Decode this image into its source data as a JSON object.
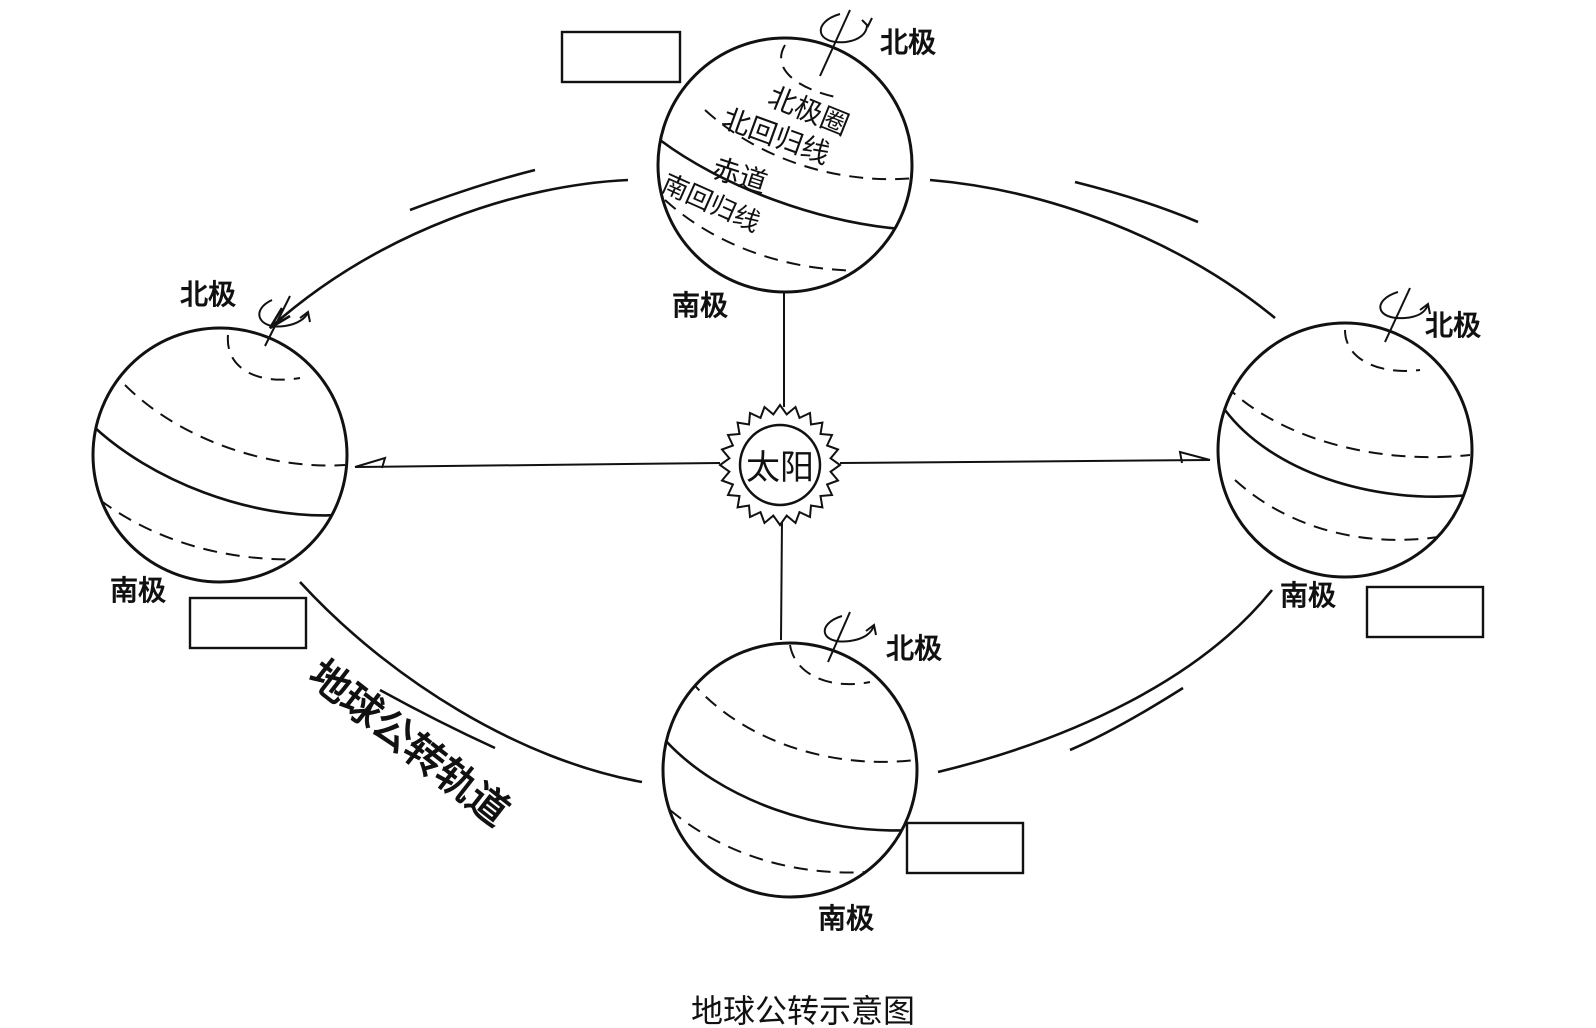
{
  "diagram": {
    "caption": "地球公转示意图",
    "orbit_label": "地球公转轨道",
    "sun_label": "太阳",
    "north_pole": "北极",
    "south_pole": "南极",
    "latitude_lines": {
      "arctic_circle": "北极圈",
      "tropic_cancer": "北回归线",
      "equator": "赤道",
      "tropic_capricorn": "南回归线"
    },
    "answer_boxes": [
      "",
      "",
      "",
      ""
    ],
    "colors": {
      "ink": "#111111",
      "background": "#ffffff"
    }
  }
}
